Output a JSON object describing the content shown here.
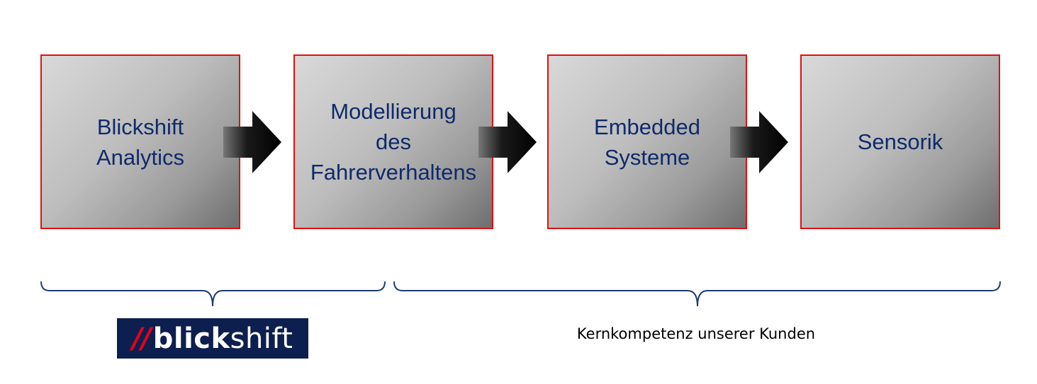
{
  "boxes": [
    {
      "label": "Blickshift\nAnalytics"
    },
    {
      "label": "Modellierung\ndes\nFahrerverhalten s"
    },
    {
      "label": "Embedded\nSysteme"
    },
    {
      "label": "Sensorik"
    }
  ],
  "logo": {
    "slashes": "//",
    "word_bold": "blick",
    "word_light": "shift"
  },
  "caption": "Kernkompetenz unserer Kunden",
  "colors": {
    "box_border": "#e01010",
    "box_text": "#0f2a6b",
    "brace": "#1f3b73",
    "logo_bg": "#0d1f4f",
    "logo_accent": "#e3001b"
  }
}
